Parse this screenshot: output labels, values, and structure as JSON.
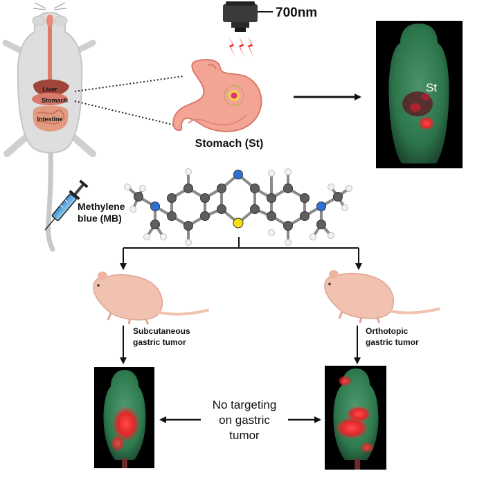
{
  "organs": {
    "liver": "Liver",
    "stomach": "Stomach",
    "intestine": "Intestine"
  },
  "laser_wavelength": "700nm",
  "stomach_caption": "Stomach (St)",
  "image_stomach_label": "St",
  "dye": {
    "line1": "Methylene",
    "line2": "blue (MB)"
  },
  "models": {
    "subcutaneous_line1": "Subcutaneous",
    "subcutaneous_line2": "gastric tumor",
    "orthotopic_line1": "Orthotopic",
    "orthotopic_line2": "gastric tumor"
  },
  "result": {
    "line1": "No targeting",
    "line2": "on gastric",
    "line3": "tumor"
  },
  "colors": {
    "fluorescence_green": "#2e7a4e",
    "fluorescence_red": "#ff2a2a",
    "laser_red": "#e8201c",
    "mouse_pink": "#f2c2b0",
    "stomach_pink": "#f3a495",
    "carbon": "#5f5f5f",
    "nitrogen": "#2f6fd8",
    "sulfur": "#f2e215"
  }
}
